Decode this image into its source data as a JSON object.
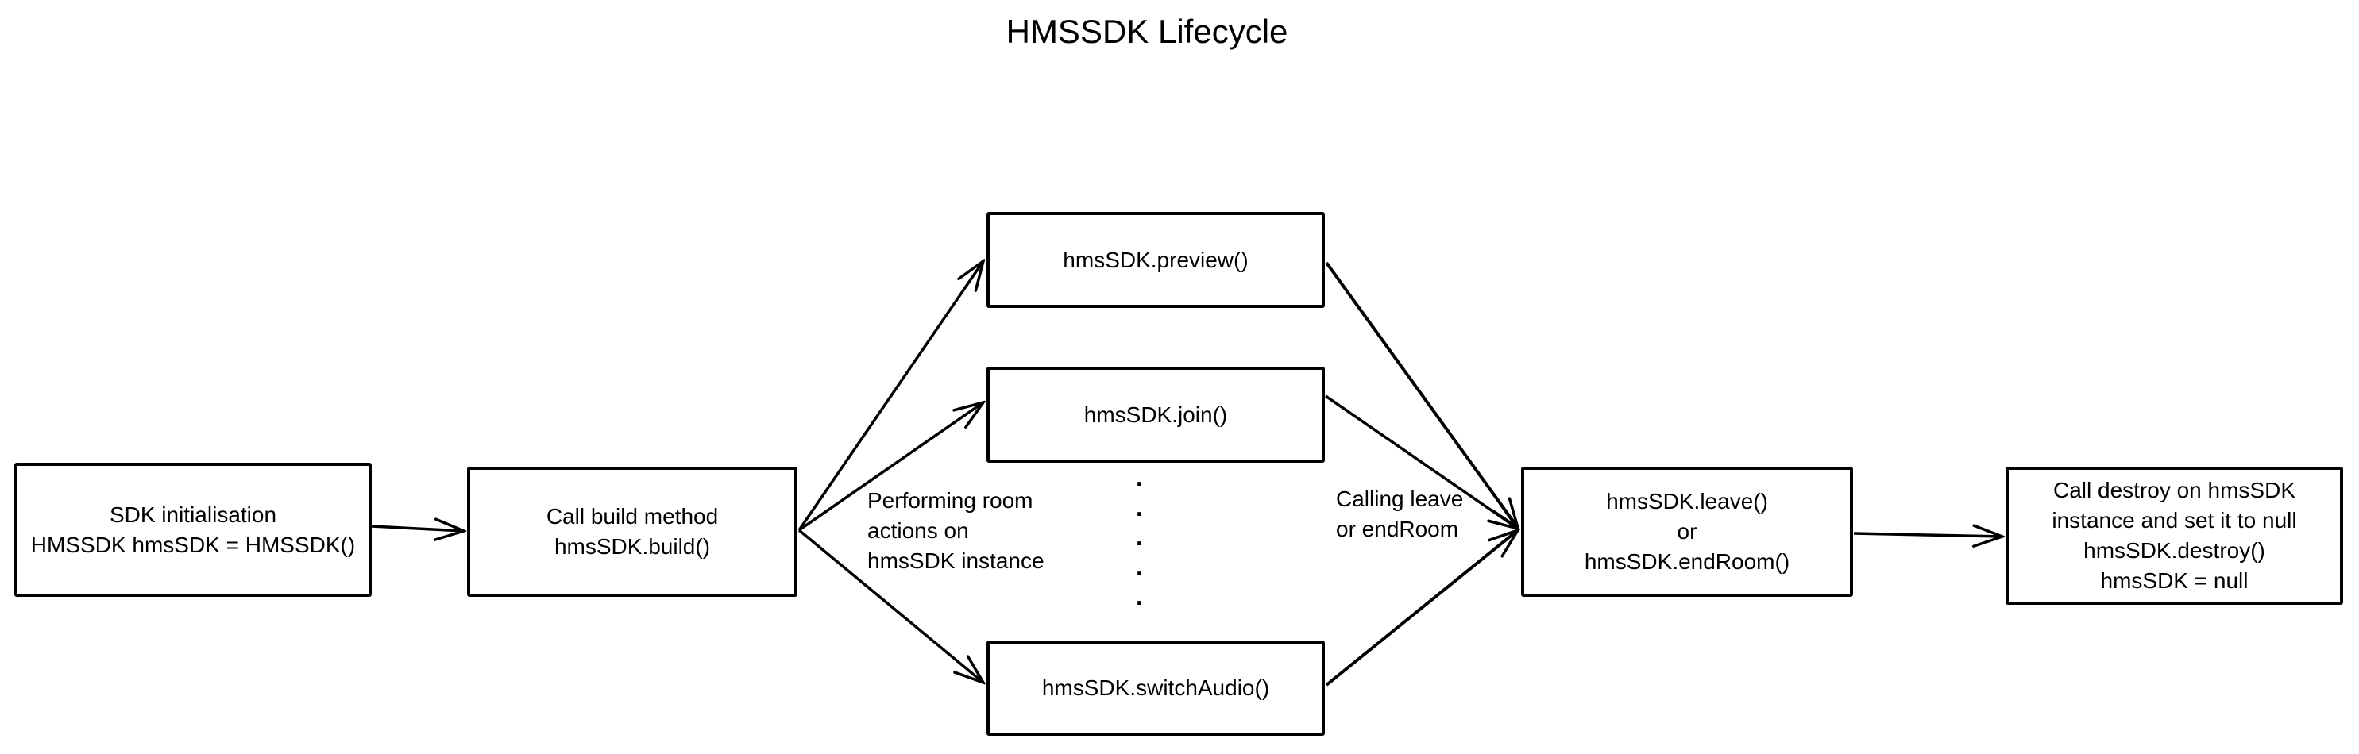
{
  "title": "HMSSDK Lifecycle",
  "nodes": {
    "sdk_init": {
      "lines": [
        "SDK initialisation",
        "HMSSDK hmsSDK = HMSSDK()"
      ]
    },
    "build": {
      "lines": [
        "Call build method",
        "hmsSDK.build()"
      ]
    },
    "preview": {
      "lines": [
        "hmsSDK.preview()"
      ]
    },
    "join": {
      "lines": [
        "hmsSDK.join()"
      ]
    },
    "switch_audio": {
      "lines": [
        "hmsSDK.switchAudio()"
      ]
    },
    "leave": {
      "lines": [
        "hmsSDK.leave()",
        "or",
        "hmsSDK.endRoom()"
      ]
    },
    "destroy": {
      "lines": [
        "Call destroy on hmsSDK",
        "instance and set it to null",
        "hmsSDK.destroy()",
        "hmsSDK = null"
      ]
    }
  },
  "labels": {
    "performing": {
      "lines": [
        "Performing room",
        "actions on",
        "hmsSDK instance"
      ]
    },
    "calling": {
      "lines": [
        "Calling leave",
        "or endRoom"
      ]
    }
  },
  "ellipsis": {
    "dot": "."
  },
  "colors": {
    "ink": "#000000",
    "background": "#ffffff"
  }
}
